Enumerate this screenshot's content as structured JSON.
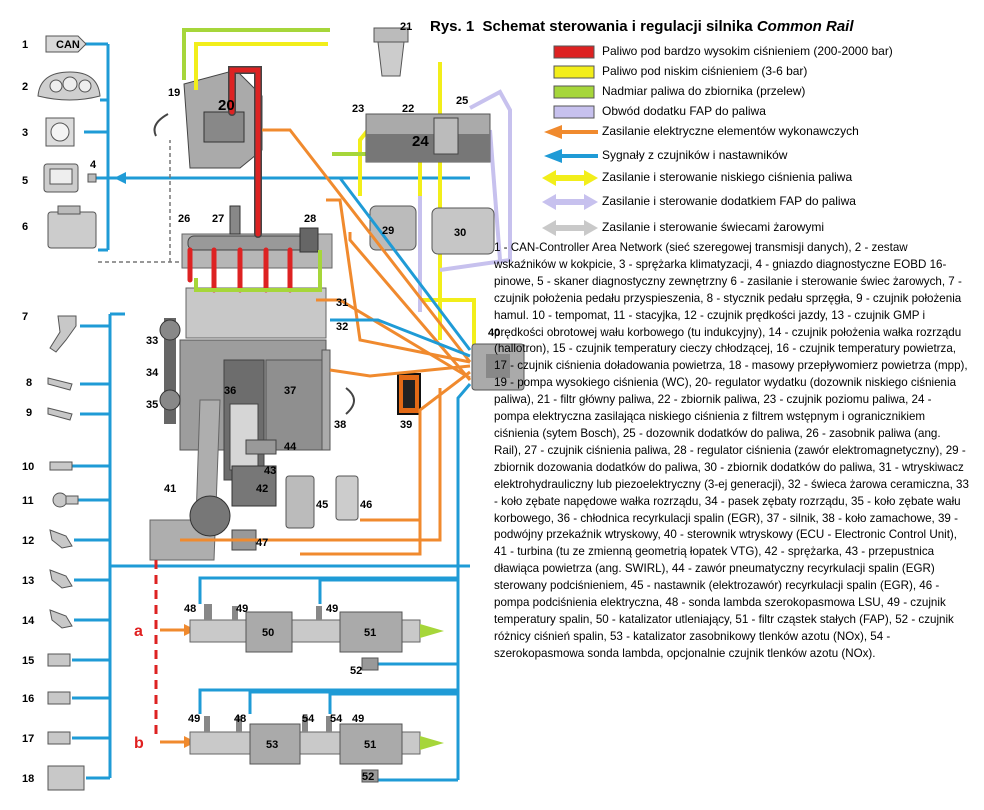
{
  "title": {
    "prefix": "Rys. 1",
    "main": "Schemat sterowania i regulacji silnika",
    "italic": "Common Rail"
  },
  "legend": [
    {
      "kind": "swatch",
      "color": "#dd2222",
      "text": "Paliwo pod bardzo wysokim ciśnieniem (200-2000 bar)"
    },
    {
      "kind": "swatch",
      "color": "#f2ee1a",
      "text": "Paliwo pod niskim ciśnieniem (3-6 bar)"
    },
    {
      "kind": "swatch",
      "color": "#a6d63a",
      "text": "Nadmiar paliwa do zbiornika (przelew)"
    },
    {
      "kind": "swatch",
      "color": "#c7c1ee",
      "text": "Obwód dodatku FAP do paliwa"
    },
    {
      "kind": "arrow",
      "color": "#f08a2e",
      "text": "Zasilanie elektryczne elementów wykonawczych"
    },
    {
      "kind": "arrow",
      "color": "#1f9bd6",
      "text": "Sygnały z czujników i nastawników"
    },
    {
      "kind": "darrow",
      "color": "#f2ee1a",
      "text": "Zasilanie i sterowanie niskiego ciśnienia paliwa"
    },
    {
      "kind": "darrow",
      "color": "#c7c1ee",
      "text": "Zasilanie i sterowanie dodatkiem FAP do paliwa"
    },
    {
      "kind": "darrow",
      "color": "#c9c9c9",
      "text": "Zasilanie i sterowanie świecami żarowymi"
    }
  ],
  "description": "1 - CAN-Controller Area Network (sieć szeregowej transmisji danych), 2 - zestaw wskaźników w kokpicie, 3 - sprężarka klimatyzacji, 4 - gniazdo diagnostyczne EOBD 16-pinowe, 5 - skaner diagnostyczny zewnętrzny 6 - zasilanie i sterowanie świec żarowych, 7 - czujnik położenia pedału przyspieszenia, 8 - stycznik pedału sprzęgła, 9 - czujnik położenia hamul. 10 - tempomat, 11 - stacyjka, 12 - czujnik prędkości jazdy, 13 - czujnik GMP i prędkości obrotowej wału korbowego (tu indukcyjny), 14 - czujnik położenia wałka rozrządu (hallotron), 15 - czujnik temperatury cieczy chłodzącej, 16 - czujnik temperatury powietrza, 17 - czujnik ciśnienia doładowania powietrza, 18 - masowy przepływomierz powietrza (mpp), 19 - pompa wysokiego ciśnienia (WC), 20- regulator wydatku (dozownik niskiego ciśnienia paliwa), 21 - filtr główny paliwa, 22 - zbiornik paliwa, 23 - czujnik poziomu paliwa, 24 - pompa elektryczna zasilająca niskiego ciśnienia z filtrem wstępnym i ogranicznikiem ciśnienia (sytem Bosch), 25 - dozownik dodatków do paliwa, 26 - zasobnik paliwa (ang. Rail), 27 - czujnik ciśnienia paliwa, 28 - regulator ciśnienia (zawór elektromagnetyczny), 29 - zbiornik dozowania dodatków do paliwa, 30 - zbiornik dodatków do paliwa, 31 - wtryskiwacz elektrohydrauliczny lub piezoelektryczny (3-ej generacji), 32 - świeca żarowa ceramiczna, 33 - koło zębate napędowe wałka rozrządu, 34 - pasek zębaty rozrządu, 35 - koło zębate wału korbowego, 36 - chłodnica recyrkulacji spalin (EGR), 37 - silnik, 38 - koło zamachowe, 39 - podwójny przekaźnik wtryskowy, 40 - sterownik wtryskowy (ECU - Electronic Control Unit), 41 - turbina (tu ze zmienną geometrią łopatek VTG), 42 - sprężarka, 43 - przepustnica dławiąca powietrza (ang. SWIRL), 44 - zawór pneumatyczny recyrkulacji spalin (EGR) sterowany podciśnieniem, 45 - nastawnik (elektrozawór) recyrkulacji spalin (EGR), 46 - pompa podciśnienia elektryczna, 48 - sonda lambda szerokopasmowa LSU, 49 - czujnik temperatury spalin, 50 - katalizator utleniający, 51 - filtr cząstek stałych (FAP), 52 - czujnik różnicy ciśnień spalin, 53 - katalizator zasobnikowy tlenków azotu (NOx), 54 - szerokopasmowa sonda lambda, opcjonalnie czujnik tlenków azotu (NOx).",
  "diagram_labels": {
    "can": "CAN",
    "n1": "1",
    "n2": "2",
    "n3": "3",
    "n4": "4",
    "n5": "5",
    "n6": "6",
    "n7": "7",
    "n8": "8",
    "n9": "9",
    "n10": "10",
    "n11": "11",
    "n12": "12",
    "n13": "13",
    "n14": "14",
    "n15": "15",
    "n16": "16",
    "n17": "17",
    "n18": "18",
    "n19": "19",
    "n20": "20",
    "n21": "21",
    "n22": "22",
    "n23": "23",
    "n24": "24",
    "n25": "25",
    "n26": "26",
    "n27": "27",
    "n28": "28",
    "n29": "29",
    "n30": "30",
    "n31": "31",
    "n32": "32",
    "n33": "33",
    "n34": "34",
    "n35": "35",
    "n36": "36",
    "n37": "37",
    "n38": "38",
    "n39": "39",
    "n40": "40",
    "n41": "41",
    "n42": "42",
    "n43": "43",
    "n44": "44",
    "n45": "45",
    "n46": "46",
    "n47": "47",
    "n48a": "48",
    "n49a": "49",
    "n49b": "49",
    "n50": "50",
    "n51a": "51",
    "n52a": "52",
    "n49c": "49",
    "n48b": "48",
    "n54a": "54",
    "n54b": "54",
    "n49d": "49",
    "n53": "53",
    "n51b": "51",
    "n52b": "52",
    "a": "a",
    "b": "b"
  },
  "colors": {
    "high_pressure": "#dd2222",
    "low_pressure": "#f2ee1a",
    "return": "#a6d63a",
    "fap": "#c7c1ee",
    "power": "#f08a2e",
    "signal": "#1f9bd6",
    "glow": "#c9c9c9"
  }
}
